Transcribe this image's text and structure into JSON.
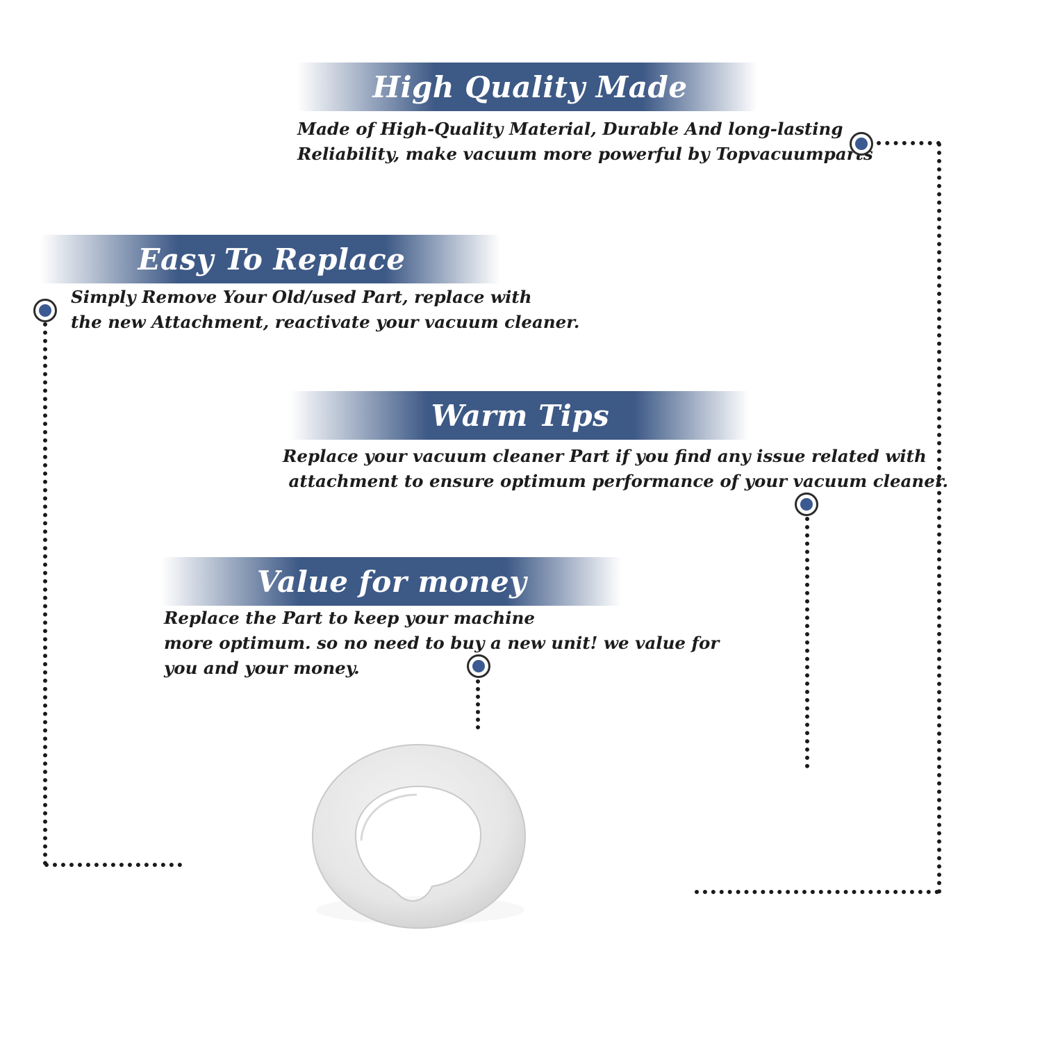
{
  "colors": {
    "banner_navy": "#3d5986",
    "banner_fade": "#ffffff",
    "marker_fill": "#3b5a91",
    "text": "#1c1c1c",
    "dots": "#1a1a1a"
  },
  "features": [
    {
      "title": "High Quality Made",
      "lines": [
        "Made of  High-Quality Material, Durable And long-lasting",
        "Reliability, make vacuum more powerful by Topvacuumparts"
      ]
    },
    {
      "title": "Easy To Replace",
      "lines": [
        "Simply Remove Your Old/used Part, replace with",
        "the new Attachment, reactivate your vacuum cleaner."
      ]
    },
    {
      "title": "Warm Tips",
      "lines": [
        "Replace your vacuum cleaner Part if you find any issue related with",
        " attachment to ensure optimum performance of your vacuum cleaner."
      ]
    },
    {
      "title": "Value for money",
      "lines": [
        "Replace the Part to keep your machine",
        "more optimum. so no need to buy a new unit! we value for",
        "you and your money."
      ]
    }
  ],
  "icons": {
    "marker": "target-dot-icon",
    "product": "foam-filter-ring"
  }
}
